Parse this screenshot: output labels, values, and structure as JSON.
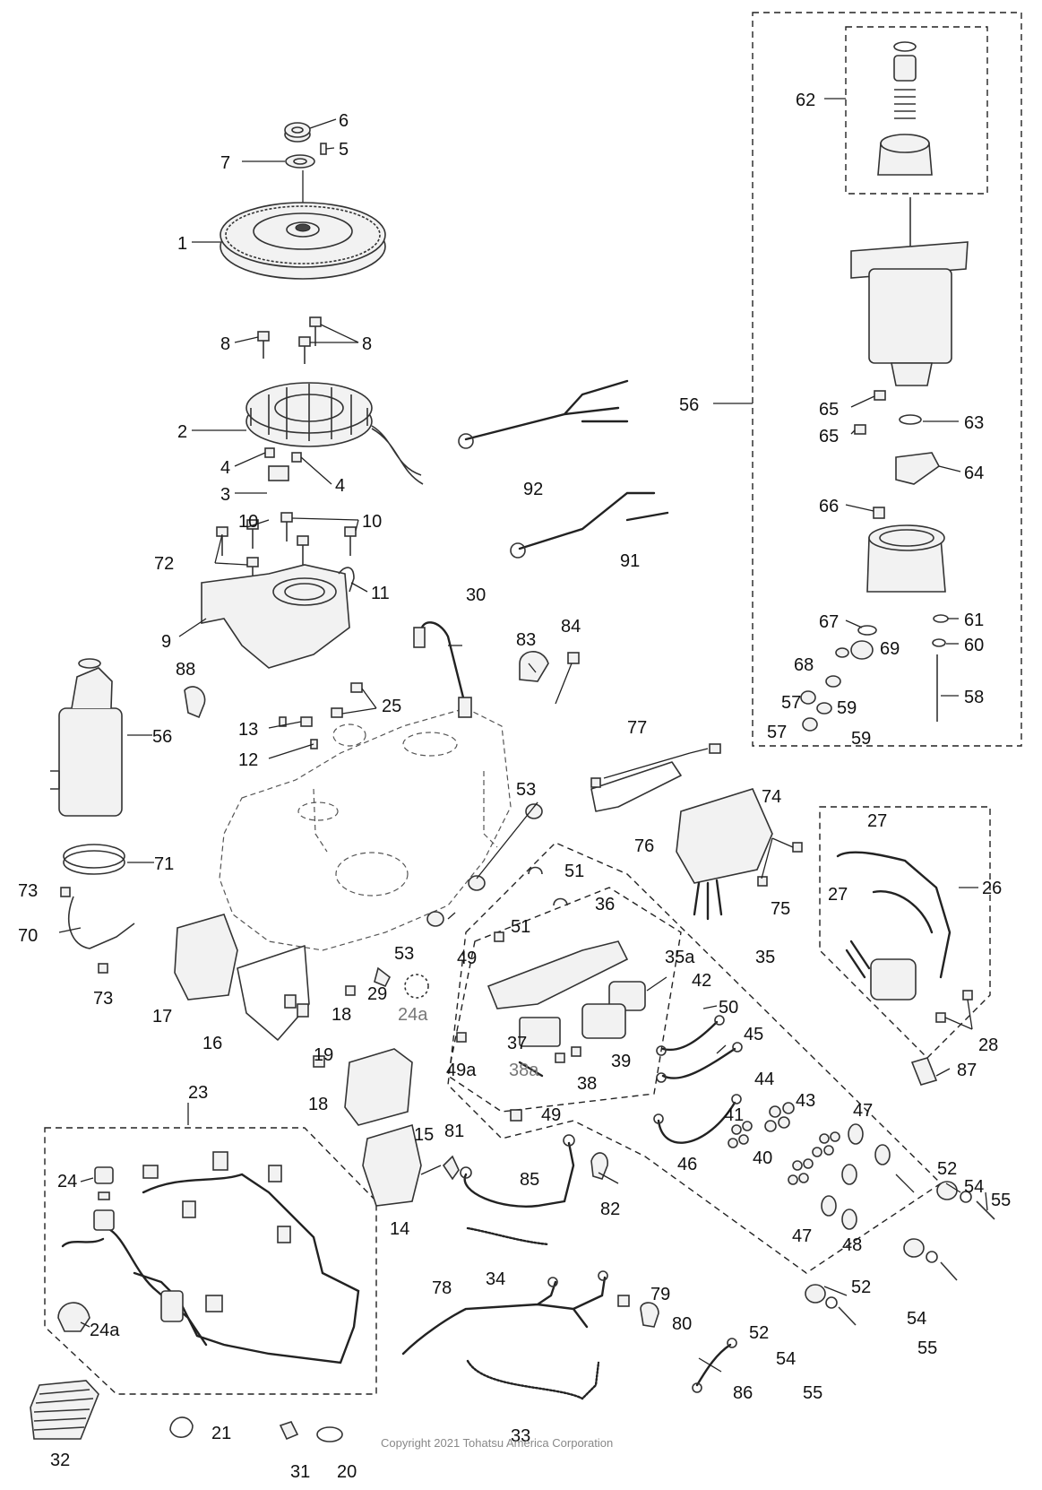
{
  "copyright": "Copyright 2021 Tohatsu America Corporation",
  "callouts": {
    "c1": "1",
    "c2": "2",
    "c3": "3",
    "c4a": "4",
    "c4b": "4",
    "c5": "5",
    "c6": "6",
    "c7": "7",
    "c8a": "8",
    "c8b": "8",
    "c9": "9",
    "c10a": "10",
    "c10b": "10",
    "c11": "11",
    "c12": "12",
    "c13": "13",
    "c14": "14",
    "c15": "15",
    "c16": "16",
    "c17": "17",
    "c18a": "18",
    "c18b": "18",
    "c19": "19",
    "c20": "20",
    "c21": "21",
    "c23": "23",
    "c24": "24",
    "c24a": "24a",
    "c24a2": "24a",
    "c25": "25",
    "c26": "26",
    "c27a": "27",
    "c27b": "27",
    "c28": "28",
    "c29": "29",
    "c30": "30",
    "c31": "31",
    "c32": "32",
    "c33": "33",
    "c34": "34",
    "c35": "35",
    "c35a": "35a",
    "c36": "36",
    "c37": "37",
    "c38": "38",
    "c38a": "38a",
    "c39": "39",
    "c40": "40",
    "c41": "41",
    "c42": "42",
    "c43": "43",
    "c44": "44",
    "c45": "45",
    "c46": "46",
    "c47a": "47",
    "c47b": "47",
    "c48": "48",
    "c49": "49",
    "c49b": "49",
    "c49a": "49a",
    "c50": "50",
    "c51a": "51",
    "c51b": "51",
    "c52a": "52",
    "c52b": "52",
    "c52c": "52",
    "c53a": "53",
    "c53b": "53",
    "c54a": "54",
    "c54b": "54",
    "c54c": "54",
    "c55a": "55",
    "c55b": "55",
    "c55c": "55",
    "c56a": "56",
    "c56b": "56",
    "c57a": "57",
    "c57b": "57",
    "c58": "58",
    "c59a": "59",
    "c59b": "59",
    "c60": "60",
    "c61": "61",
    "c62": "62",
    "c63": "63",
    "c64": "64",
    "c65a": "65",
    "c65b": "65",
    "c66": "66",
    "c67": "67",
    "c68": "68",
    "c69": "69",
    "c70": "70",
    "c71": "71",
    "c72": "72",
    "c73a": "73",
    "c73b": "73",
    "c74": "74",
    "c75": "75",
    "c76": "76",
    "c77": "77",
    "c78": "78",
    "c79": "79",
    "c80": "80",
    "c81": "81",
    "c82": "82",
    "c83": "83",
    "c84": "84",
    "c85": "85",
    "c86": "86",
    "c87": "87",
    "c88": "88",
    "c91": "91",
    "c92": "92"
  }
}
